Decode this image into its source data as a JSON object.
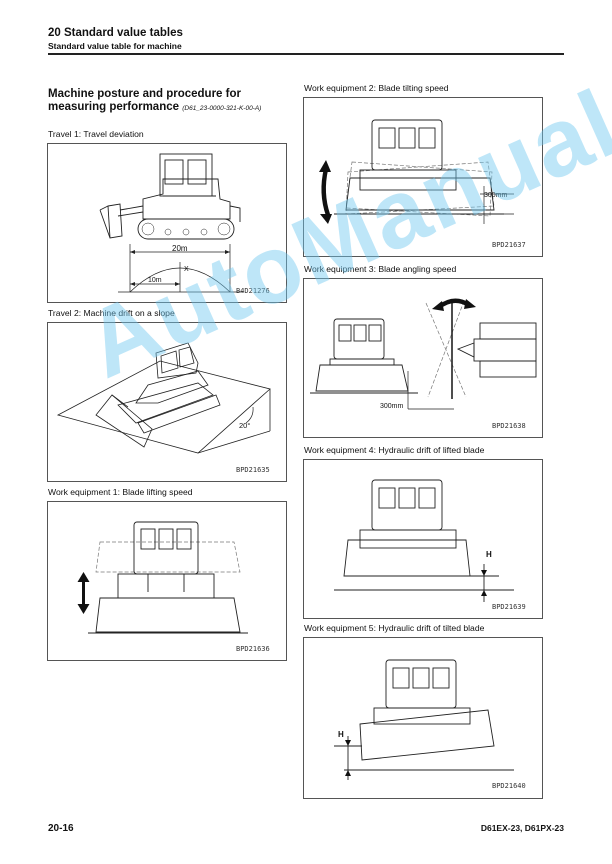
{
  "header": {
    "title": "20 Standard value tables",
    "subtitle": "Standard value table for machine"
  },
  "section": {
    "title": "Machine posture and procedure for measuring performance",
    "code": "(D61_23-0000-321-K-00-A)"
  },
  "figures": [
    {
      "caption": "Travel 1: Travel deviation",
      "code": "B4D21276",
      "dim_total": "20m",
      "dim_half": "10m",
      "dim_x": "X"
    },
    {
      "caption": "Travel 2: Machine drift on a slope",
      "code": "BPD21635",
      "angle": "20°"
    },
    {
      "caption": "Work equipment 1: Blade lifting speed",
      "code": "BPD21636"
    },
    {
      "caption": "Work equipment 2: Blade tilting speed",
      "code": "BPD21637",
      "dim": "300mm"
    },
    {
      "caption": "Work equipment 3: Blade angling speed",
      "code": "BPD21638",
      "dim": "300mm"
    },
    {
      "caption": "Work equipment 4: Hydraulic drift of lifted blade",
      "code": "BPD21639",
      "label": "H"
    },
    {
      "caption": "Work equipment 5: Hydraulic drift of tilted blade",
      "code": "BPD21640",
      "label": "H"
    }
  ],
  "footer": {
    "page": "20-16",
    "model": "D61EX-23, D61PX-23"
  },
  "watermark": "AutoManual"
}
